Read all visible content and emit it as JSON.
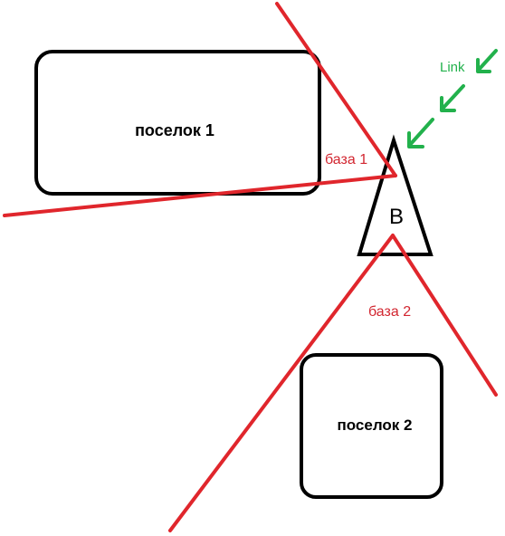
{
  "colors": {
    "outline": "#000000",
    "red_line": "#e0262c",
    "red_text": "#d22630",
    "green": "#22b14c"
  },
  "settlement_1": {
    "label": "поселок 1"
  },
  "settlement_2": {
    "label": "поселок 2"
  },
  "base_b": {
    "label": "B"
  },
  "base_1": {
    "label": "база 1"
  },
  "base_2": {
    "label": "база 2"
  },
  "link": {
    "label": "Link"
  }
}
